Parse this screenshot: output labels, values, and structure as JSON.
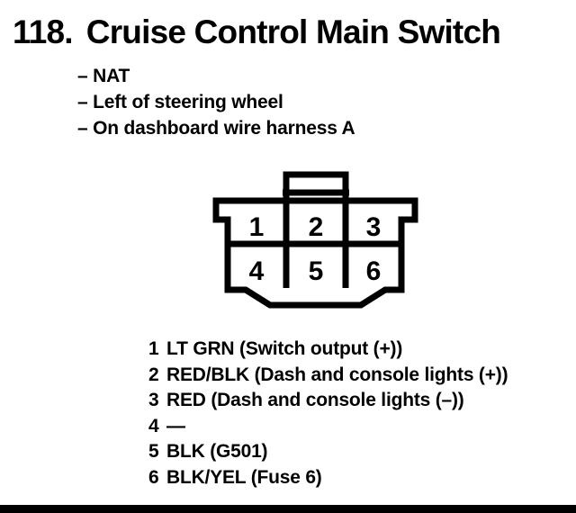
{
  "page": {
    "background_color": "#ffffff",
    "ink_color": "#000000"
  },
  "header": {
    "number": "118.",
    "title": "Cruise Control Main Switch",
    "bullets": [
      "– NAT",
      "– Left of steering wheel",
      "– On dashboard wire harness A"
    ]
  },
  "connector": {
    "description": "6-cavity connector, front view, latch tab on top, keying wedge on bottom",
    "pins": [
      "1",
      "2",
      "3",
      "4",
      "5",
      "6"
    ]
  },
  "pin_list": {
    "items": [
      {
        "pin": "1",
        "description": "LT GRN (Switch output (+))"
      },
      {
        "pin": "2",
        "description": "RED/BLK (Dash and console lights (+))"
      },
      {
        "pin": "3",
        "description": "RED (Dash and console lights (–))"
      },
      {
        "pin": "4",
        "description": "—"
      },
      {
        "pin": "5",
        "description": "BLK (G501)"
      },
      {
        "pin": "6",
        "description": "BLK/YEL (Fuse 6)"
      }
    ]
  },
  "footer": {
    "bar_color": "#000000"
  }
}
